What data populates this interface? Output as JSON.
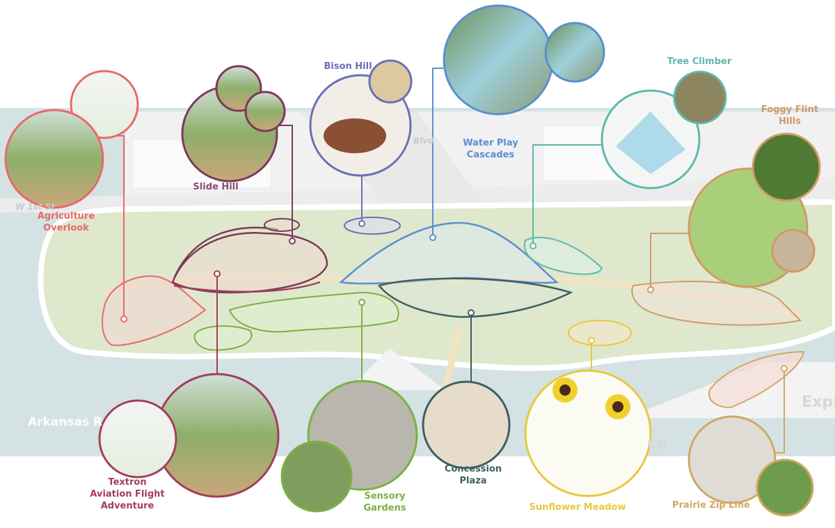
{
  "streets": {
    "w1st": "W 1st St",
    "river": "Arkansas R",
    "blvd": "Blvd",
    "expl": "Expl",
    "ce": "ce"
  },
  "colors": {
    "river": "#d5e2e4",
    "park": "#dfe8cc",
    "path": "#f3e3c2"
  },
  "features": [
    {
      "id": "agriculture-overlook",
      "label": [
        "Agriculture",
        "Overlook"
      ],
      "color": "#e8696b"
    },
    {
      "id": "slide-hill",
      "label": [
        "Slide Hill"
      ],
      "color": "#8c4d72"
    },
    {
      "id": "bison-hill",
      "label": [
        "Bison Hill"
      ],
      "color": "#6b6fb6"
    },
    {
      "id": "water-play-cascades",
      "label": [
        "Water Play",
        "Cascades"
      ],
      "color": "#5b8fd0"
    },
    {
      "id": "tree-climber",
      "label": [
        "Tree Climber"
      ],
      "color": "#5fb8ad"
    },
    {
      "id": "foggy-flint-hills",
      "label": [
        "Foggy Flint",
        "Hills"
      ],
      "color": "#d09a68"
    },
    {
      "id": "textron-aviation-flight-adventure",
      "label": [
        "Textron",
        "Aviation Flight",
        "Adventure"
      ],
      "color": "#a23f5a"
    },
    {
      "id": "sensory-gardens",
      "label": [
        "Sensory",
        "Gardens"
      ],
      "color": "#7ab045"
    },
    {
      "id": "concession-plaza",
      "label": [
        "Concession",
        "Plaza"
      ],
      "color": "#3e5f60"
    },
    {
      "id": "sunflower-meadow",
      "label": [
        "Sunflower Meadow"
      ],
      "color": "#e8c83e"
    },
    {
      "id": "prairie-zip-line",
      "label": [
        "Prairie Zip Line"
      ],
      "color": "#d0a860"
    }
  ]
}
